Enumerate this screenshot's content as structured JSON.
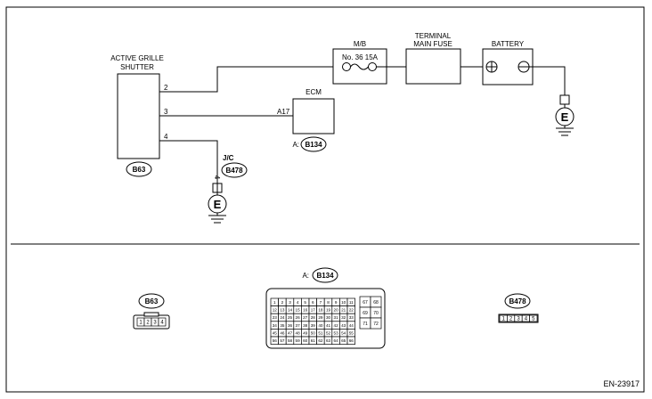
{
  "components": {
    "shutter_line1": "ACTIVE GRILLE",
    "shutter_line2": "SHUTTER",
    "mb": "M/B",
    "fuse": "No. 36  15A",
    "main_fuse_line1": "TERMINAL",
    "main_fuse_line2": "MAIN FUSE",
    "battery": "BATTERY",
    "ecm": "ECM",
    "jc": "J/C"
  },
  "wire_labels": {
    "shutter_pin_2": "2",
    "shutter_pin_3": "3",
    "shutter_pin_4": "4",
    "ecm_pin": "A17",
    "jc_pin": "4"
  },
  "connectors": {
    "ecm_prefix": "A:",
    "ecm_code": "B134",
    "shutter_code": "B63",
    "jc_code": "B478",
    "view_b63": "B63",
    "view_b134_prefix": "A:",
    "view_b134": "B134",
    "view_b478": "B478"
  },
  "ground_symbol": "E",
  "connector_pins": {
    "b63": [
      "1",
      "2",
      "3",
      "4"
    ],
    "b478": [
      "1",
      "2",
      "3",
      "4",
      "5"
    ],
    "b134_rows": [
      [
        "1",
        "2",
        "3",
        "4",
        "5",
        "6",
        "7",
        "8",
        "9",
        "10",
        "11"
      ],
      [
        "12",
        "13",
        "14",
        "15",
        "16",
        "17",
        "18",
        "19",
        "20",
        "21",
        "22"
      ],
      [
        "23",
        "24",
        "25",
        "26",
        "27",
        "28",
        "29",
        "30",
        "31",
        "32",
        "33"
      ],
      [
        "34",
        "35",
        "36",
        "37",
        "38",
        "39",
        "40",
        "41",
        "42",
        "43",
        "44"
      ],
      [
        "45",
        "46",
        "47",
        "48",
        "49",
        "50",
        "51",
        "52",
        "53",
        "54",
        "55"
      ],
      [
        "56",
        "57",
        "58",
        "59",
        "60",
        "61",
        "62",
        "63",
        "64",
        "65",
        "66"
      ]
    ],
    "b134_side": [
      [
        "67",
        "68"
      ],
      [
        "69",
        "70"
      ],
      [
        "71",
        "72"
      ]
    ]
  },
  "figure_id": "EN-23917"
}
